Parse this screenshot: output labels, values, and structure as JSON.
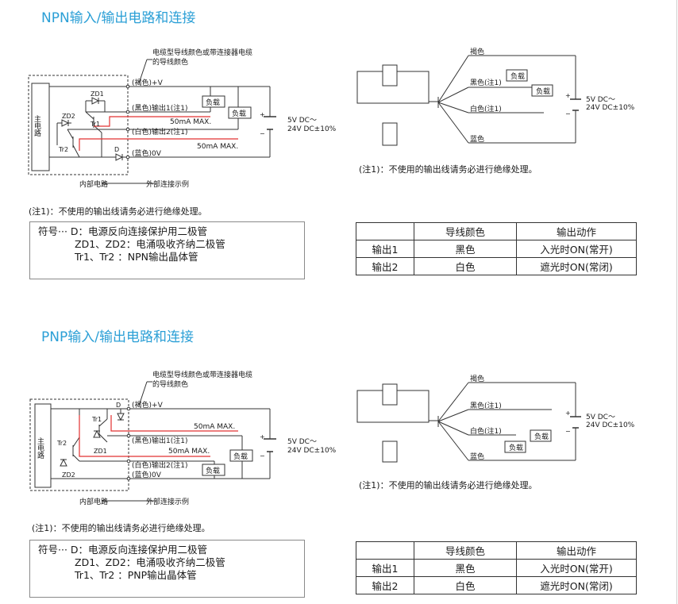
{
  "npn": {
    "title": "NPN输入/输出电路和连接",
    "circuit": {
      "cable_note_1": "电缆型导线颜色或带连接器电缆",
      "cable_note_2": "的导线颜色",
      "brown": "(褐色)+V",
      "black": "(黑色)输出1(注1)",
      "white": "(白色)输出2(注1)",
      "blue": "(蓝色)0V",
      "current1": "50mA MAX.",
      "current2": "50mA MAX.",
      "load1": "负载",
      "load2": "负载",
      "supply_1": "5V DC～",
      "supply_2": "24V DC±10%",
      "main_circuit": "主电路",
      "zd1": "ZD1",
      "zd2": "ZD2",
      "tr1": "Tr1",
      "tr2": "Tr2",
      "d": "D",
      "plus": "+",
      "minus": "−",
      "inner": "内部电路",
      "outer": "外部连接示例"
    },
    "note": "(注1)：不使用的输出线请务必进行绝缘处理。",
    "legend": {
      "line1": "符号··· D：电源反向连接保护用二极管",
      "line2": "ZD1、ZD2：电涌吸收齐纳二极管",
      "line3": "Tr1、Tr2 ：NPN输出晶体管"
    },
    "wiring": {
      "brown": "褐色",
      "black": "黑色(注1)",
      "white": "白色(注1)",
      "blue": "蓝色",
      "load1": "负载",
      "load2": "负载",
      "supply_1": "5V DC～",
      "supply_2": "24V DC±10%",
      "plus": "+",
      "minus": "−"
    },
    "wiring_note": "(注1)：不使用的输出线请务必进行绝缘处理。",
    "table": {
      "headers": [
        "",
        "导线颜色",
        "输出动作"
      ],
      "rows": [
        [
          "输出1",
          "黑色",
          "入光时ON(常开)"
        ],
        [
          "输出2",
          "白色",
          "遮光时ON(常闭)"
        ]
      ]
    }
  },
  "pnp": {
    "title": "PNP输入/输出电路和连接",
    "circuit": {
      "cable_note_1": "电缆型导线颜色或带连接器电缆",
      "cable_note_2": "的导线颜色",
      "brown": "(褐色)+V",
      "black": "(黑色)输出1(注1)",
      "white": "(白色)输出2(注1)",
      "blue": "(蓝色)0V",
      "current1": "50mA MAX.",
      "current2": "50mA MAX.",
      "load1": "负载",
      "load2": "负载",
      "supply_1": "5V DC～",
      "supply_2": "24V DC±10%",
      "main_circuit": "主电路",
      "zd1": "ZD1",
      "zd2": "ZD2",
      "tr1": "Tr1",
      "tr2": "Tr2",
      "d": "D",
      "plus": "+",
      "minus": "−",
      "inner": "内部电路",
      "outer": "外部连接示例"
    },
    "note": "(注1)：不使用的输出线请务必进行绝缘处理。",
    "legend": {
      "line1": "符号··· D：电源反向连接保护用二极管",
      "line2": "ZD1、ZD2：电涌吸收齐纳二极管",
      "line3": "Tr1、Tr2 ：PNP输出晶体管"
    },
    "wiring": {
      "brown": "褐色",
      "black": "黑色(注1)",
      "white": "白色(注1)",
      "blue": "蓝色",
      "load1": "负载",
      "load2": "负载",
      "supply_1": "5V DC～",
      "supply_2": "24V DC±10%",
      "plus": "+",
      "minus": "−"
    },
    "wiring_note": "(注1)：不使用的输出线请务必进行绝缘处理。",
    "table": {
      "headers": [
        "",
        "导线颜色",
        "输出动作"
      ],
      "rows": [
        [
          "输出1",
          "黑色",
          "入光时ON(常开)"
        ],
        [
          "输出2",
          "白色",
          "遮光时ON(常闭)"
        ]
      ]
    }
  },
  "colors": {
    "title_blue": "#2b9fd6",
    "current_red": "#e23030",
    "line": "#333333"
  }
}
